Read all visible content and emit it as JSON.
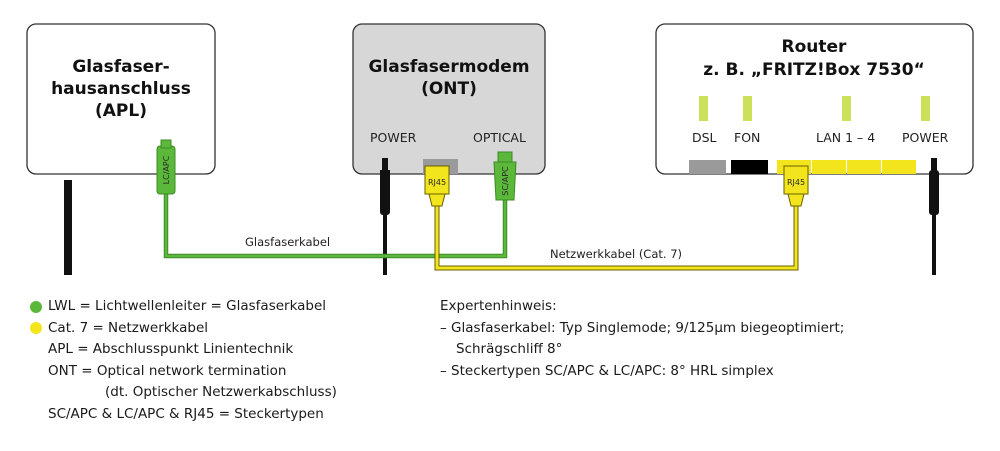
{
  "colors": {
    "fiber": "#5bb83a",
    "ethernet": "#f2e51d",
    "led": "#cde05a",
    "modem_fill": "#d7d7d7",
    "box_stroke": "#333333",
    "dsl_port": "#9a9a9a",
    "fon_port": "#000000"
  },
  "devices": {
    "apl": {
      "title_lines": [
        "Glasfaser-",
        "hausanschluss",
        "(APL)"
      ]
    },
    "ont": {
      "title_lines": [
        "Glasfasermodem",
        "(ONT)"
      ],
      "power_label": "POWER",
      "optical_label": "OPTICAL"
    },
    "router": {
      "title_lines": [
        "Router",
        "z. B. „FRITZ!Box 7530“"
      ],
      "ports": {
        "dsl": "DSL",
        "fon": "FON",
        "lan": "LAN 1 – 4",
        "power": "POWER"
      }
    }
  },
  "connectors": {
    "lc_apc": "LC/APC",
    "sc_apc": "SC/APC",
    "rj45": "RJ45"
  },
  "cables": {
    "fiber_label": "Glasfaserkabel",
    "ethernet_label": "Netzwerkkabel (Cat. 7)"
  },
  "legend": {
    "lwl": "LWL = Lichtwellenleiter = Glasfaserkabel",
    "cat7": "Cat. 7 = Netzwerkkabel",
    "apl": "APL = Abschlusspunkt Linientechnik",
    "ont": "ONT = Optical network termination",
    "ont_sub": "(dt. Optischer Netzwerkabschluss)",
    "types": "SC/APC & LC/APC & RJ45 = Steckertypen"
  },
  "expert": {
    "heading": "Expertenhinweis:",
    "line1": "– Glasfaserkabel: Typ Singlemode; 9/125µm biegeoptimiert;",
    "line1b": "Schrägschliff 8°",
    "line2": "– Steckertypen SC/APC & LC/APC: 8° HRL simplex"
  }
}
